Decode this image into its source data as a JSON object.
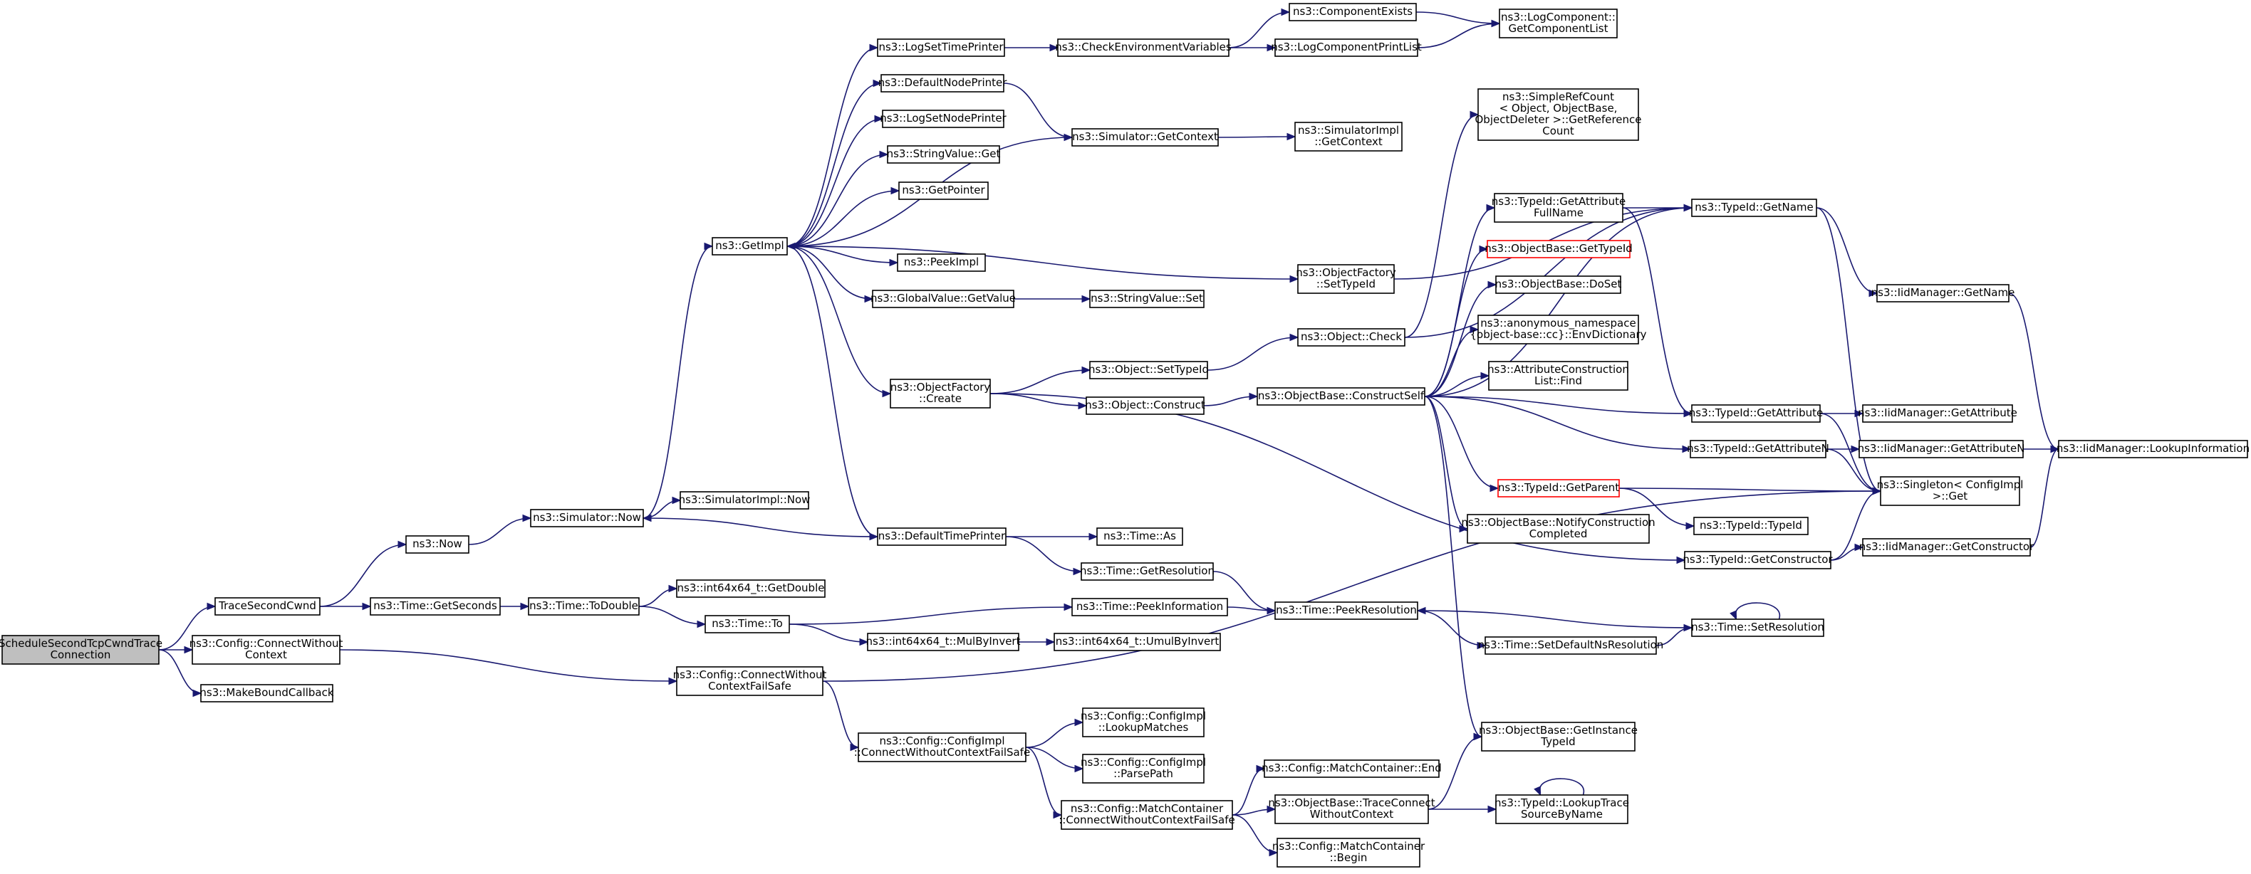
{
  "graph": {
    "nodes": [
      {
        "id": "root",
        "lines": [
          "ScheduleSecondTcpCwndTrace",
          "Connection"
        ],
        "root": true
      },
      {
        "id": "tsc",
        "lines": [
          "TraceSecondCwnd"
        ]
      },
      {
        "id": "cfgcwc",
        "lines": [
          "ns3::Config::ConnectWithout",
          "Context"
        ]
      },
      {
        "id": "mbc",
        "lines": [
          "ns3::MakeBoundCallback"
        ]
      },
      {
        "id": "now",
        "lines": [
          "ns3::Now"
        ]
      },
      {
        "id": "tgs",
        "lines": [
          "ns3::Time::GetSeconds"
        ]
      },
      {
        "id": "simnow",
        "lines": [
          "ns3::Simulator::Now"
        ]
      },
      {
        "id": "simimplnow",
        "lines": [
          "ns3::SimulatorImpl::Now"
        ]
      },
      {
        "id": "ttd",
        "lines": [
          "ns3::Time::ToDouble"
        ]
      },
      {
        "id": "i64gd",
        "lines": [
          "ns3::int64x64_t::GetDouble"
        ]
      },
      {
        "id": "tto",
        "lines": [
          "ns3::Time::To"
        ]
      },
      {
        "id": "i64mbi",
        "lines": [
          "ns3::int64x64_t::MulByInvert"
        ]
      },
      {
        "id": "i64umbi",
        "lines": [
          "ns3::int64x64_t::UmulByInvert"
        ]
      },
      {
        "id": "getimpl",
        "lines": [
          "ns3::GetImpl"
        ]
      },
      {
        "id": "lstp",
        "lines": [
          "ns3::LogSetTimePrinter"
        ]
      },
      {
        "id": "dnp",
        "lines": [
          "ns3::DefaultNodePrinter"
        ]
      },
      {
        "id": "lsnp",
        "lines": [
          "ns3::LogSetNodePrinter"
        ]
      },
      {
        "id": "svget",
        "lines": [
          "ns3::StringValue::Get"
        ]
      },
      {
        "id": "getptr",
        "lines": [
          "ns3::GetPointer"
        ]
      },
      {
        "id": "peekimpl",
        "lines": [
          "ns3::PeekImpl"
        ]
      },
      {
        "id": "gvgv",
        "lines": [
          "ns3::GlobalValue::GetValue"
        ]
      },
      {
        "id": "ofcreate",
        "lines": [
          "ns3::ObjectFactory",
          "::Create"
        ]
      },
      {
        "id": "dtp",
        "lines": [
          "ns3::DefaultTimePrinter"
        ]
      },
      {
        "id": "cev",
        "lines": [
          "ns3::CheckEnvironmentVariables"
        ]
      },
      {
        "id": "simgc",
        "lines": [
          "ns3::Simulator::GetContext"
        ]
      },
      {
        "id": "svset",
        "lines": [
          "ns3::StringValue::Set"
        ]
      },
      {
        "id": "ostid",
        "lines": [
          "ns3::Object::SetTypeId"
        ]
      },
      {
        "id": "oconstruct",
        "lines": [
          "ns3::Object::Construct"
        ]
      },
      {
        "id": "tas",
        "lines": [
          "ns3::Time::As"
        ]
      },
      {
        "id": "tgr",
        "lines": [
          "ns3::Time::GetResolution"
        ]
      },
      {
        "id": "tpi",
        "lines": [
          "ns3::Time::PeekInformation"
        ]
      },
      {
        "id": "compexists",
        "lines": [
          "ns3::ComponentExists"
        ]
      },
      {
        "id": "lcpl",
        "lines": [
          "ns3::LogComponentPrintList"
        ]
      },
      {
        "id": "lcgcl",
        "lines": [
          "ns3::LogComponent::",
          "GetComponentList"
        ]
      },
      {
        "id": "simimplgc",
        "lines": [
          "ns3::SimulatorImpl",
          "::GetContext"
        ]
      },
      {
        "id": "ofstid",
        "lines": [
          "ns3::ObjectFactory",
          "::SetTypeId"
        ]
      },
      {
        "id": "ocheck",
        "lines": [
          "ns3::Object::Check"
        ]
      },
      {
        "id": "obcs",
        "lines": [
          "ns3::ObjectBase::ConstructSelf"
        ]
      },
      {
        "id": "srcgrc",
        "lines": [
          "ns3::SimpleRefCount",
          "< Object, ObjectBase,",
          "ObjectDeleter >::GetReference",
          "Count"
        ]
      },
      {
        "id": "tidgafn",
        "lines": [
          "ns3::TypeId::GetAttribute",
          "FullName"
        ]
      },
      {
        "id": "obgtid",
        "lines": [
          "ns3::ObjectBase::GetTypeId"
        ],
        "red": true
      },
      {
        "id": "obdoset",
        "lines": [
          "ns3::ObjectBase::DoSet"
        ]
      },
      {
        "id": "anon",
        "lines": [
          "ns3::anonymous_namespace",
          "{object-base::cc}::EnvDictionary"
        ]
      },
      {
        "id": "aclfind",
        "lines": [
          "ns3::AttributeConstruction",
          "List::Find"
        ]
      },
      {
        "id": "tidgp",
        "lines": [
          "ns3::TypeId::GetParent"
        ],
        "red": true
      },
      {
        "id": "obnc",
        "lines": [
          "ns3::ObjectBase::NotifyConstruction",
          "Completed"
        ]
      },
      {
        "id": "obgitid",
        "lines": [
          "ns3::ObjectBase::GetInstance",
          "TypeId"
        ]
      },
      {
        "id": "tidgn",
        "lines": [
          "ns3::TypeId::GetName"
        ]
      },
      {
        "id": "iidgn",
        "lines": [
          "ns3::IidManager::GetName"
        ]
      },
      {
        "id": "tidga",
        "lines": [
          "ns3::TypeId::GetAttribute"
        ]
      },
      {
        "id": "iidga",
        "lines": [
          "ns3::IidManager::GetAttribute"
        ]
      },
      {
        "id": "tidgan",
        "lines": [
          "ns3::TypeId::GetAttributeN"
        ]
      },
      {
        "id": "iidgan",
        "lines": [
          "ns3::IidManager::GetAttributeN"
        ]
      },
      {
        "id": "iidli",
        "lines": [
          "ns3::IidManager::LookupInformation"
        ]
      },
      {
        "id": "singleton",
        "lines": [
          "ns3::Singleton< ConfigImpl",
          ">::Get"
        ]
      },
      {
        "id": "tidtid",
        "lines": [
          "ns3::TypeId::TypeId"
        ]
      },
      {
        "id": "tidgc",
        "lines": [
          "ns3::TypeId::GetConstructor"
        ]
      },
      {
        "id": "iidgc",
        "lines": [
          "ns3::IidManager::GetConstructor"
        ]
      },
      {
        "id": "tpr",
        "lines": [
          "ns3::Time::PeekResolution"
        ]
      },
      {
        "id": "tsr",
        "lines": [
          "ns3::Time::SetResolution"
        ]
      },
      {
        "id": "tsdnr",
        "lines": [
          "ns3::Time::SetDefaultNsResolution"
        ]
      },
      {
        "id": "cfgcwcfs",
        "lines": [
          "ns3::Config::ConnectWithout",
          "ContextFailSafe"
        ]
      },
      {
        "id": "cicwcfs",
        "lines": [
          "ns3::Config::ConfigImpl",
          "::ConnectWithoutContextFailSafe"
        ]
      },
      {
        "id": "cilm",
        "lines": [
          "ns3::Config::ConfigImpl",
          "::LookupMatches"
        ]
      },
      {
        "id": "cipp",
        "lines": [
          "ns3::Config::ConfigImpl",
          "::ParsePath"
        ]
      },
      {
        "id": "mccwcfs",
        "lines": [
          "ns3::Config::MatchContainer",
          "::ConnectWithoutContextFailSafe"
        ]
      },
      {
        "id": "mcend",
        "lines": [
          "ns3::Config::MatchContainer::End"
        ]
      },
      {
        "id": "obtcwc",
        "lines": [
          "ns3::ObjectBase::TraceConnect",
          "WithoutContext"
        ]
      },
      {
        "id": "mcbegin",
        "lines": [
          "ns3::Config::MatchContainer",
          "::Begin"
        ]
      },
      {
        "id": "tidltsbn",
        "lines": [
          "ns3::TypeId::LookupTrace",
          "SourceByName"
        ]
      }
    ],
    "edges": [
      [
        "root",
        "tsc"
      ],
      [
        "root",
        "cfgcwc"
      ],
      [
        "root",
        "mbc"
      ],
      [
        "tsc",
        "now"
      ],
      [
        "tsc",
        "tgs"
      ],
      [
        "now",
        "simnow"
      ],
      [
        "simnow",
        "simimplnow"
      ],
      [
        "simnow",
        "getimpl"
      ],
      [
        "tgs",
        "ttd"
      ],
      [
        "ttd",
        "i64gd"
      ],
      [
        "ttd",
        "tto"
      ],
      [
        "tto",
        "i64mbi"
      ],
      [
        "tto",
        "tpi"
      ],
      [
        "i64mbi",
        "i64umbi"
      ],
      [
        "getimpl",
        "lstp"
      ],
      [
        "getimpl",
        "dnp"
      ],
      [
        "getimpl",
        "lsnp"
      ],
      [
        "getimpl",
        "svget"
      ],
      [
        "getimpl",
        "getptr"
      ],
      [
        "getimpl",
        "peekimpl"
      ],
      [
        "getimpl",
        "gvgv"
      ],
      [
        "getimpl",
        "ofcreate"
      ],
      [
        "getimpl",
        "dtp"
      ],
      [
        "getimpl",
        "ofstid"
      ],
      [
        "lstp",
        "cev"
      ],
      [
        "cev",
        "compexists"
      ],
      [
        "cev",
        "lcpl"
      ],
      [
        "compexists",
        "lcgcl"
      ],
      [
        "lcpl",
        "lcgcl"
      ],
      [
        "dnp",
        "simgc"
      ],
      [
        "simgc",
        "simimplgc"
      ],
      [
        "simgc",
        "getimpl"
      ],
      [
        "gvgv",
        "svset"
      ],
      [
        "ofcreate",
        "ostid"
      ],
      [
        "ofcreate",
        "oconstruct"
      ],
      [
        "ofcreate",
        "tidgc"
      ],
      [
        "ostid",
        "ocheck"
      ],
      [
        "oconstruct",
        "obcs"
      ],
      [
        "ocheck",
        "srcgrc"
      ],
      [
        "ocheck",
        "tidgn"
      ],
      [
        "ofstid",
        "tidgn"
      ],
      [
        "dtp",
        "simnow"
      ],
      [
        "dtp",
        "tas"
      ],
      [
        "dtp",
        "tgr"
      ],
      [
        "tgr",
        "tpr"
      ],
      [
        "tpi",
        "tpr"
      ],
      [
        "obcs",
        "tidgafn"
      ],
      [
        "obcs",
        "obgtid"
      ],
      [
        "obcs",
        "obdoset"
      ],
      [
        "obcs",
        "anon"
      ],
      [
        "obcs",
        "aclfind"
      ],
      [
        "obcs",
        "tidga"
      ],
      [
        "obcs",
        "tidgan"
      ],
      [
        "obcs",
        "tidgp"
      ],
      [
        "obcs",
        "obnc"
      ],
      [
        "obcs",
        "obgitid"
      ],
      [
        "obcs",
        "tidgn"
      ],
      [
        "tidgafn",
        "tidgn"
      ],
      [
        "tidgafn",
        "tidga"
      ],
      [
        "tidgn",
        "iidgn"
      ],
      [
        "tidgn",
        "singleton"
      ],
      [
        "iidgn",
        "iidli"
      ],
      [
        "tidga",
        "iidga"
      ],
      [
        "tidga",
        "singleton"
      ],
      [
        "tidgan",
        "iidgan"
      ],
      [
        "tidgan",
        "singleton"
      ],
      [
        "iidgan",
        "iidli"
      ],
      [
        "tidgp",
        "singleton"
      ],
      [
        "tidgp",
        "tidtid"
      ],
      [
        "tidgc",
        "iidgc"
      ],
      [
        "tidgc",
        "singleton"
      ],
      [
        "iidgc",
        "iidli"
      ],
      [
        "tpr",
        "tsdnr"
      ],
      [
        "tsdnr",
        "tsr"
      ],
      [
        "tsr",
        "tpr"
      ],
      [
        "tsr",
        "tsr"
      ],
      [
        "cfgcwc",
        "cfgcwcfs"
      ],
      [
        "cfgcwcfs",
        "cicwcfs"
      ],
      [
        "cfgcwcfs",
        "singleton"
      ],
      [
        "cicwcfs",
        "cilm"
      ],
      [
        "cicwcfs",
        "cipp"
      ],
      [
        "cicwcfs",
        "mccwcfs"
      ],
      [
        "mccwcfs",
        "mcend"
      ],
      [
        "mccwcfs",
        "obtcwc"
      ],
      [
        "mccwcfs",
        "mcbegin"
      ],
      [
        "obtcwc",
        "obgitid"
      ],
      [
        "obtcwc",
        "tidltsbn"
      ],
      [
        "tidltsbn",
        "tidltsbn"
      ]
    ]
  }
}
